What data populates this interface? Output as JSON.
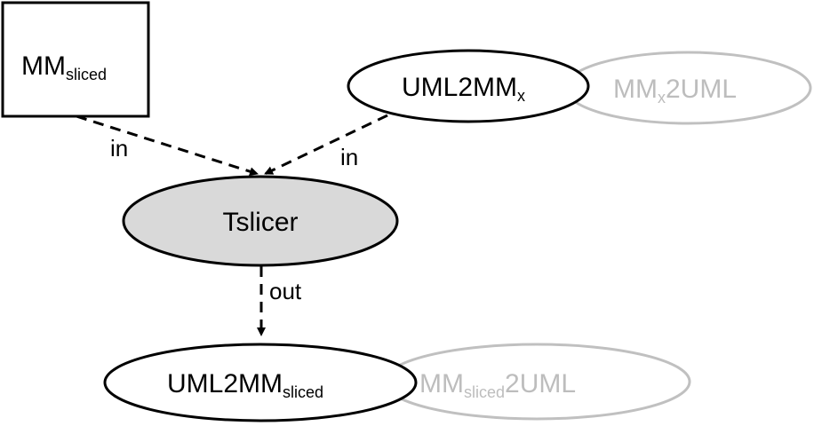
{
  "nodes": {
    "mm_sliced": {
      "main": "MM",
      "sub": "sliced"
    },
    "uml2mm_x": {
      "main": "UML2MM",
      "sub": "x"
    },
    "mm_x_2uml": {
      "main": "MM",
      "sub": "x",
      "tail": "2UML"
    },
    "tslicer": {
      "main": "Tslicer"
    },
    "uml2mm_sliced": {
      "main": "UML2MM",
      "sub": "sliced"
    },
    "mm_sliced_2uml": {
      "main": "MM",
      "sub": "sliced",
      "tail": "2UML"
    }
  },
  "edges": {
    "in_left": "in",
    "in_right": "in",
    "out": "out"
  },
  "colors": {
    "stroke": "#000000",
    "ghost": "#c0c0c0",
    "ghost_text": "#bdbdbd",
    "tslicer_fill": "#d9d9d9"
  }
}
